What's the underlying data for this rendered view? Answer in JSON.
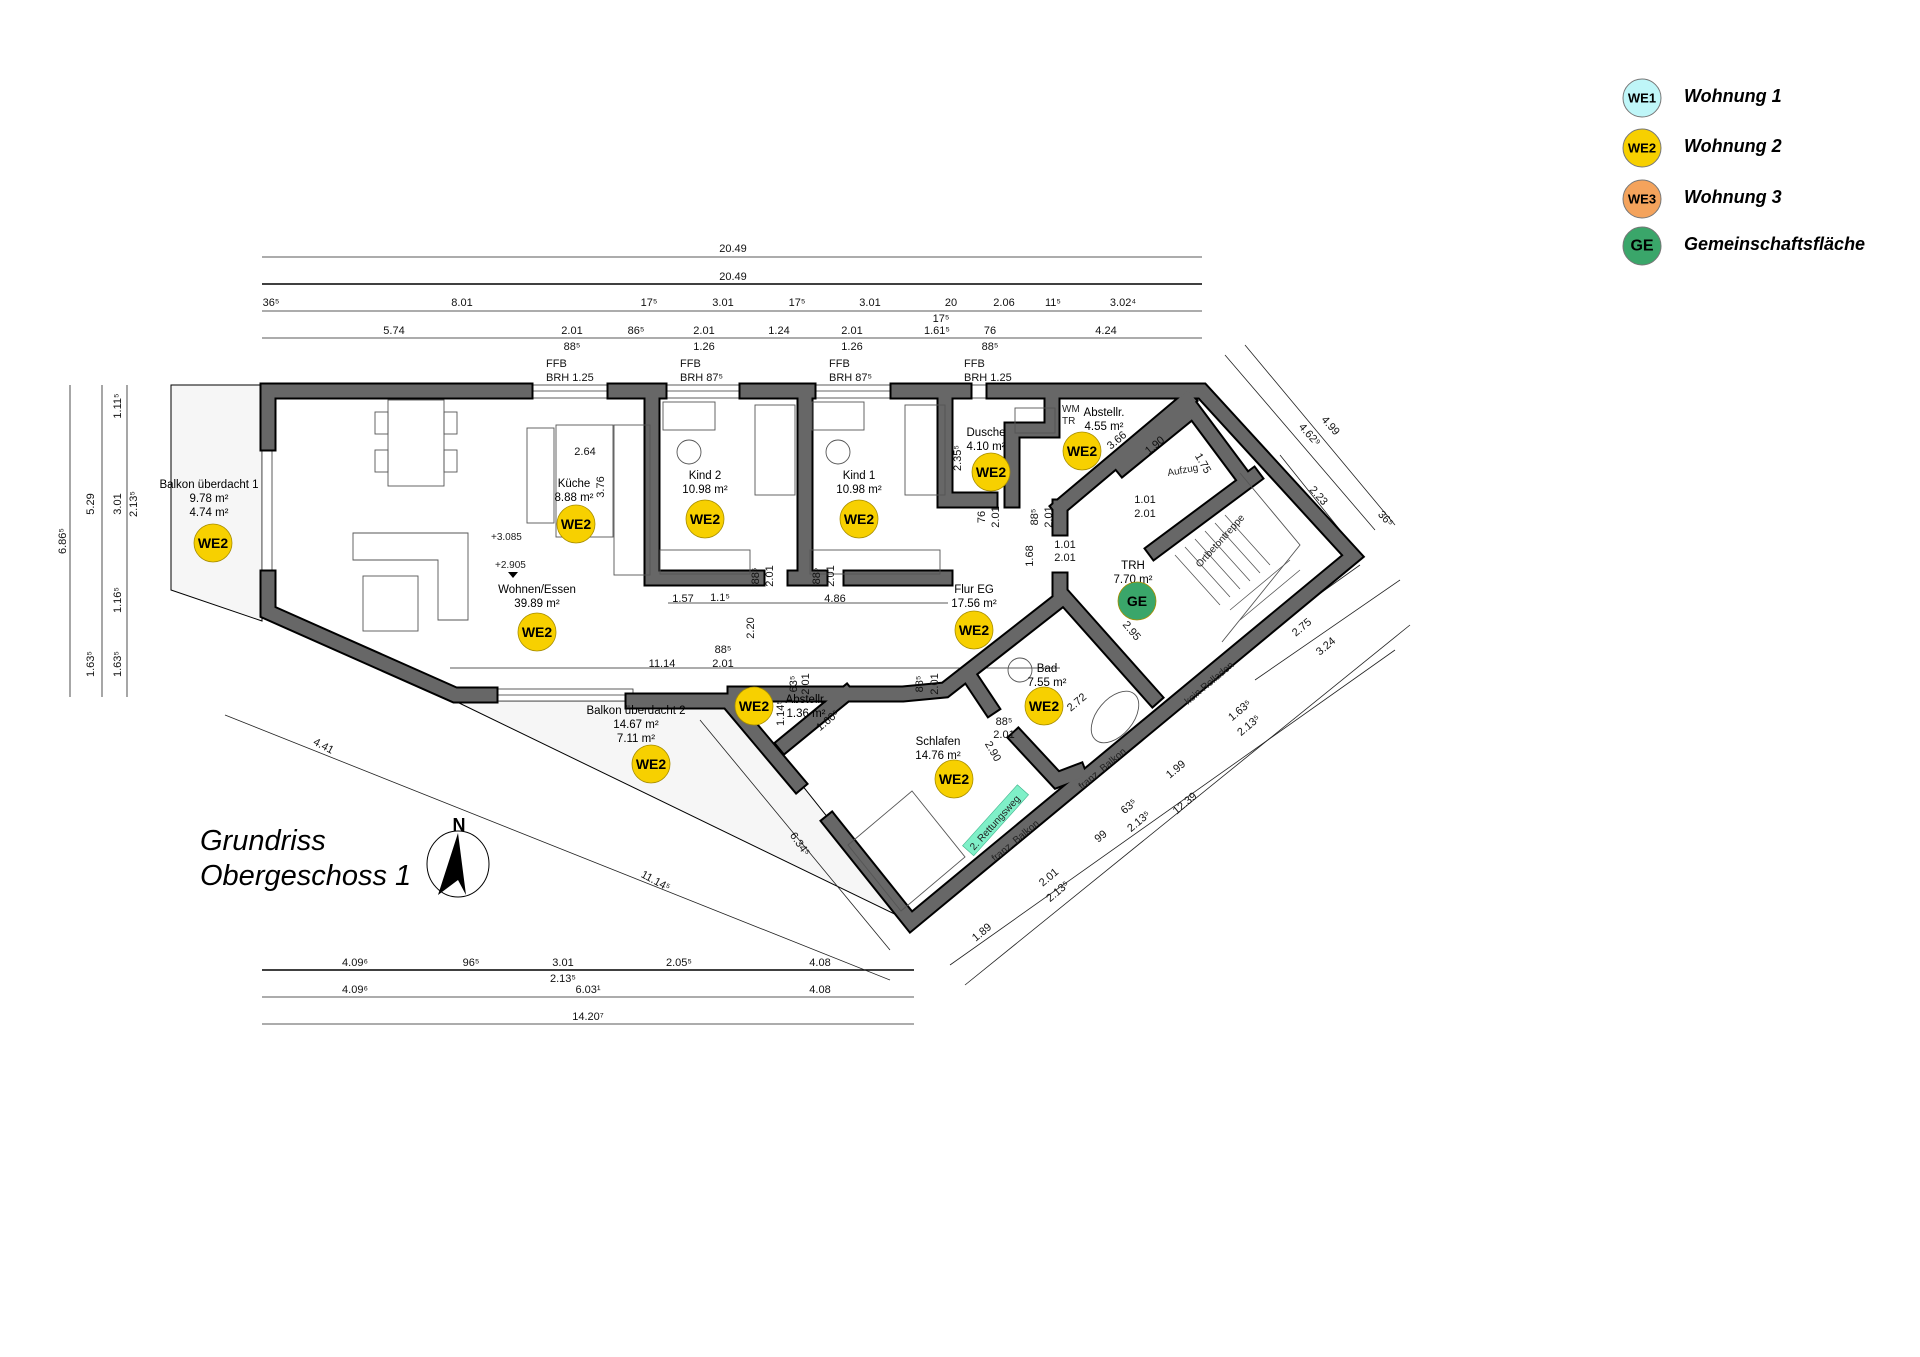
{
  "title": {
    "line1": "Grundriss",
    "line2": "Obergeschoss 1"
  },
  "north_label": "N",
  "legend": [
    {
      "badge": "WE1",
      "label": "Wohnung 1",
      "color": "#bff6f8"
    },
    {
      "badge": "WE2",
      "label": "Wohnung 2",
      "color": "#f7d000"
    },
    {
      "badge": "WE3",
      "label": "Wohnung 3",
      "color": "#f4a35c"
    },
    {
      "badge": "GE",
      "label": "Gemeinschaftsfläche",
      "color": "#3aa66a"
    }
  ],
  "rooms": [
    {
      "name": "Balkon überdacht 1",
      "area": "9.78 m²",
      "area2": "4.74 m²",
      "badge": "WE2"
    },
    {
      "name": "Küche",
      "area": "8.88 m²",
      "badge": "WE2"
    },
    {
      "name": "Kind 2",
      "area": "10.98 m²",
      "badge": "WE2"
    },
    {
      "name": "Kind 1",
      "area": "10.98 m²",
      "badge": "WE2"
    },
    {
      "name": "Dusche",
      "area": "4.10 m²",
      "badge": "WE2"
    },
    {
      "name": "Abstellr.",
      "area": "4.55 m²",
      "badge": "WE2"
    },
    {
      "name": "TRH",
      "area": "7.70 m²",
      "badge": "GE"
    },
    {
      "name": "Flur EG",
      "area": "17.56 m²",
      "badge": "WE2"
    },
    {
      "name": "Wohnen/Essen",
      "area": "39.89 m²",
      "badge": "WE2"
    },
    {
      "name": "Bad",
      "area": "7.55 m²",
      "badge": "WE2"
    },
    {
      "name": "Schlafen",
      "area": "14.76 m²",
      "badge": "WE2"
    },
    {
      "name": "Abstellr.",
      "area": "1.36 m²",
      "badge": "WE2"
    },
    {
      "name": "Balkon überdacht 2",
      "area": "14.67 m²",
      "area2": "7.11 m²",
      "badge": "WE2"
    }
  ],
  "windows": [
    {
      "ffb": "FFB",
      "brh": "BRH 1.25"
    },
    {
      "ffb": "FFB",
      "brh": "BRH 87⁵"
    },
    {
      "ffb": "FFB",
      "brh": "BRH 87⁵"
    },
    {
      "ffb": "FFB",
      "brh": "BRH 1.25"
    }
  ],
  "annotations": {
    "level_upper": "+3.085",
    "level_lower": "+2.905",
    "wm": "WM",
    "tr": "TR",
    "elevator": "Aufzug",
    "stair": "Ortbetontreppe",
    "escape_route": "2. Rettungsweg",
    "french_balcony_1": "franz. Balkon",
    "french_balcony_2": "franz. Balkon",
    "no_shutter": "kein Rolladen"
  },
  "dimensions": {
    "top": [
      "20.49",
      "20.49",
      "36⁵",
      "8.01",
      "17⁵",
      "3.01",
      "17⁵",
      "3.01",
      "20",
      "2.06",
      "11⁵",
      "3.02⁴",
      "17⁵",
      "5.74",
      "2.01",
      "86⁵",
      "2.01",
      "1.24",
      "2.01",
      "1.61⁵",
      "76",
      "4.24",
      "88⁵",
      "1.26",
      "1.26",
      "88⁵"
    ],
    "left": [
      "6.86⁵",
      "5.29",
      "3.01",
      "2.13⁵",
      "1.11⁵",
      "1.16⁵",
      "1.63⁵",
      "1.63⁵"
    ],
    "bottom": [
      "4.09⁶",
      "96⁵",
      "3.01",
      "2.05⁵",
      "4.08",
      "2.13⁵",
      "4.09⁶",
      "6.03¹",
      "4.08",
      "14.20⁷"
    ],
    "right": [
      "4.99",
      "4.62⁹",
      "2.23",
      "36⁵",
      "2.75",
      "3.24",
      "1.63⁵",
      "2.13⁵",
      "1.99",
      "63⁵",
      "2.13⁵",
      "99",
      "2.01",
      "2.13⁵",
      "1.89",
      "12.39"
    ],
    "interior": [
      "2.64",
      "3.76",
      "1.57",
      "1.1⁵",
      "4.86",
      "11.14",
      "88⁵",
      "2.01",
      "2.20",
      "88⁵",
      "2.01",
      "88⁵",
      "2.01",
      "2.35⁵",
      "76",
      "2.01",
      "88⁵",
      "2.01",
      "1.68",
      "1.01",
      "2.01",
      "1.01",
      "2.01",
      "3.66",
      "1.90",
      "1.75",
      "2.95",
      "2.72",
      "88⁵",
      "2.01",
      "2.90",
      "88⁵",
      "2.01",
      "63⁵",
      "2.01",
      "1.14⁵",
      "1.60⁵",
      "6.34⁵",
      "11.14⁵",
      "4.41"
    ]
  }
}
